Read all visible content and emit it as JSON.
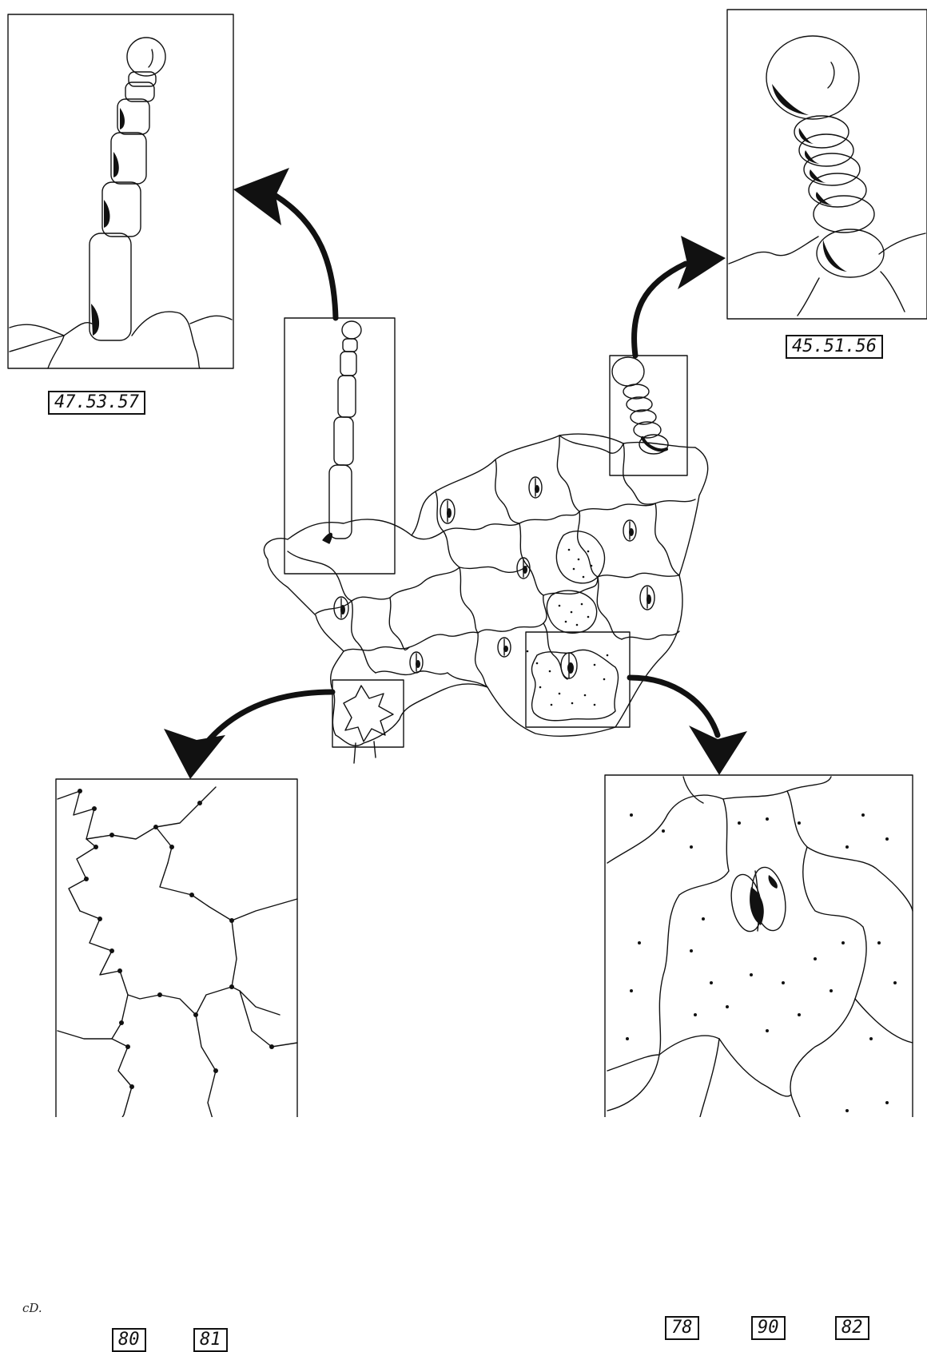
{
  "labels": {
    "top_left": "47.53.57",
    "top_right": "45.51.56",
    "bottom_left_1": "80",
    "bottom_left_2": "81",
    "bottom_right_1": "78",
    "bottom_right_2": "90",
    "bottom_right_3": "82"
  },
  "signature": "cD.",
  "icons": {
    "arrows": "curved-arrow-icon",
    "hairs": "trichome-icon",
    "stomata": "stoma-icon"
  },
  "colors": {
    "ink": "#111111",
    "paper": "#ffffff"
  }
}
